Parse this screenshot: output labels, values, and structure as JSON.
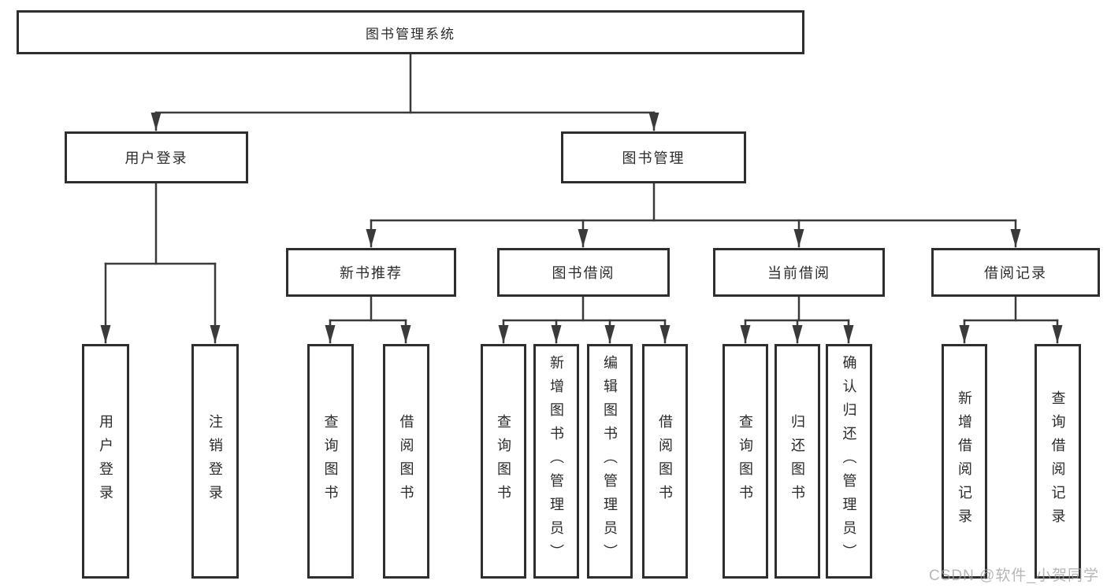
{
  "diagram": {
    "root": {
      "label": "图书管理系统"
    },
    "level2": {
      "user_login": {
        "label": "用户登录"
      },
      "book_mgmt": {
        "label": "图书管理"
      }
    },
    "level3": {
      "new_book": {
        "label": "新书推荐"
      },
      "book_borrow": {
        "label": "图书借阅"
      },
      "current_borrow": {
        "label": "当前借阅"
      },
      "borrow_record": {
        "label": "借阅记录"
      }
    },
    "leaves": {
      "user_login": {
        "label": "用户登录"
      },
      "logout": {
        "label": "注销登录"
      },
      "nb_query_book": {
        "label": "查询图书"
      },
      "nb_borrow_book": {
        "label": "借阅图书"
      },
      "bb_query_book": {
        "label": "查询图书"
      },
      "bb_add_book": {
        "label": "新增图书（管理员）"
      },
      "bb_edit_book": {
        "label": "编辑图书（管理员）"
      },
      "bb_borrow_book": {
        "label": "借阅图书"
      },
      "cb_query_book": {
        "label": "查询图书"
      },
      "cb_return_book": {
        "label": "归还图书"
      },
      "cb_confirm_return": {
        "label": "确认归还（管理员）"
      },
      "br_add_record": {
        "label": "新增借阅记录"
      },
      "br_query_record": {
        "label": "查询借阅记录"
      }
    }
  },
  "watermark": {
    "text": "CSDN @软件_小贺同学"
  },
  "colors": {
    "line": "#3a3a3a",
    "border": "#2e2e2e",
    "text": "#2b2b2b",
    "watermark": "#9e9e9e",
    "background": "#ffffff"
  }
}
